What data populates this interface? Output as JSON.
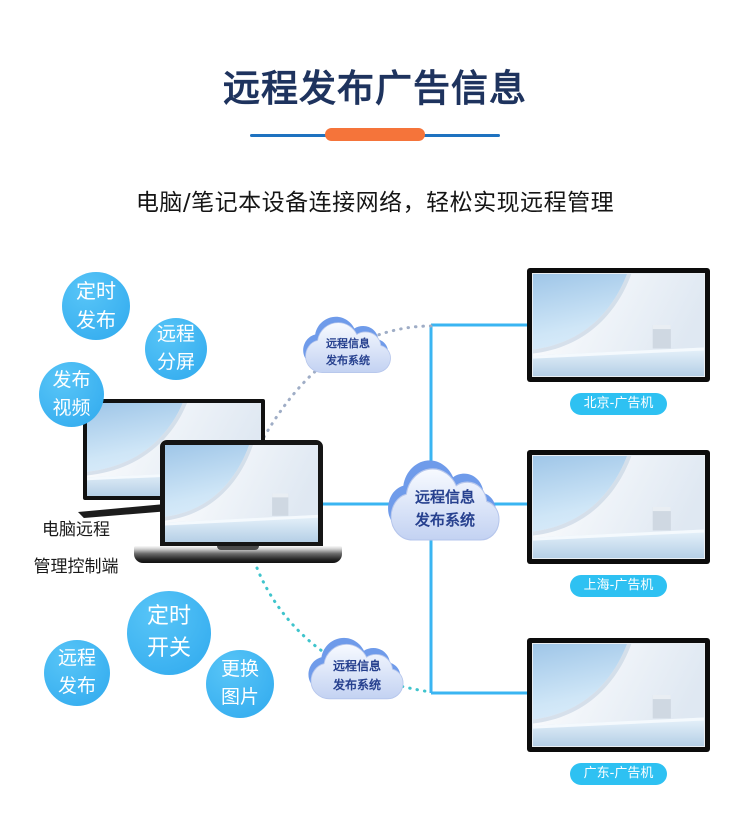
{
  "header": {
    "title": "远程发布广告信息",
    "subtitle": "电脑/笔记本设备连接网络，轻松实现远程管理"
  },
  "controller": {
    "label_line1": "电脑远程",
    "label_line2": "管理控制端"
  },
  "features": [
    {
      "line1": "定时",
      "line2": "发布"
    },
    {
      "line1": "远程",
      "line2": "分屏"
    },
    {
      "line1": "发布",
      "line2": "视频"
    },
    {
      "line1": "定时",
      "line2": "开关"
    },
    {
      "line1": "远程",
      "line2": "发布"
    },
    {
      "line1": "更换",
      "line2": "图片"
    }
  ],
  "clouds": {
    "top": {
      "line1": "远程信息",
      "line2": "发布系统"
    },
    "center": {
      "line1": "远程信息",
      "line2": "发布系统"
    },
    "bottom": {
      "line1": "远程信息",
      "line2": "发布系统"
    }
  },
  "displays": [
    {
      "label": "北京-广告机"
    },
    {
      "label": "上海-广告机"
    },
    {
      "label": "广东-广告机"
    }
  ],
  "colors": {
    "title": "#1e335e",
    "divider_line": "#1e72c0",
    "divider_accent": "#f5743a",
    "bubble": "#3db7f3",
    "label_pill": "#2ec1f2",
    "line_solid": "#3ab5f2",
    "dots_top": "#9fadc6",
    "dots_bottom": "#3fc4cc",
    "cloud_back": "#6f9bea",
    "cloud_text": "#27418f"
  }
}
